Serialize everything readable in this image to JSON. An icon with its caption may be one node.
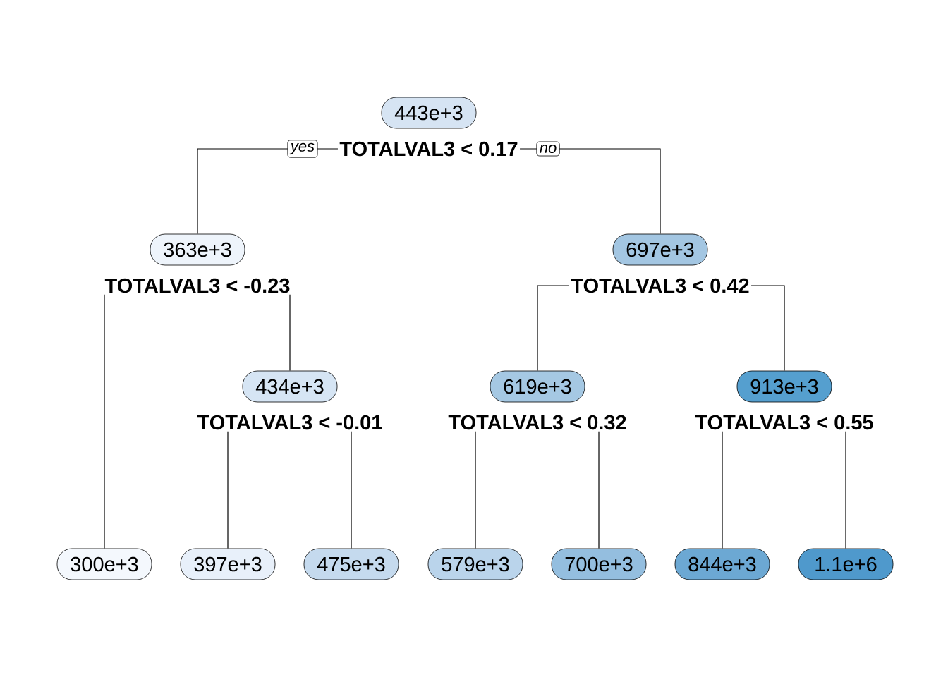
{
  "diagram": {
    "nodes": [
      {
        "text": [
          "443e+3"
        ],
        "beside": [
          "TOTALVAL3 < 0.17"
        ]
      },
      {
        "text": [
          "363e+3"
        ],
        "beside": [
          "TOTALVAL3 < -0.23"
        ]
      },
      {
        "text": [
          "300e+3"
        ]
      },
      {
        "text": [
          "434e+3"
        ],
        "beside": [
          "TOTALVAL3 < -0.01"
        ]
      },
      {
        "text": [
          "397e+3"
        ]
      },
      {
        "text": [
          "475e+3"
        ]
      },
      {
        "text": [
          "697e+3"
        ],
        "beside": [
          "TOTALVAL3 < 0.42"
        ]
      },
      {
        "text": [
          "619e+3"
        ],
        "beside": [
          "TOTALVAL3 < 0.32"
        ]
      },
      {
        "text": [
          "579e+3"
        ]
      },
      {
        "text": [
          "700e+3"
        ]
      },
      {
        "text": [
          "913e+3"
        ],
        "beside": [
          "TOTALVAL3 < 0.55"
        ]
      },
      {
        "text": [
          "844e+3"
        ]
      },
      {
        "text": [
          "1.1e+6"
        ]
      }
    ],
    "edges": [
      {
        "from": 0,
        "to": 1,
        "arrow": "none",
        "label": "yes"
      },
      {
        "from": 0,
        "to": 6,
        "arrow": "none",
        "label": "no"
      },
      {
        "from": 1,
        "to": 2,
        "arrow": "none"
      },
      {
        "from": 1,
        "to": 3,
        "arrow": "none"
      },
      {
        "from": 3,
        "to": 4,
        "arrow": "none"
      },
      {
        "from": 3,
        "to": 5,
        "arrow": "none"
      },
      {
        "from": 6,
        "to": 7,
        "arrow": "none"
      },
      {
        "from": 6,
        "to": 10,
        "arrow": "none"
      },
      {
        "from": 7,
        "to": 8,
        "arrow": "none"
      },
      {
        "from": 7,
        "to": 9,
        "arrow": "none"
      },
      {
        "from": 10,
        "to": 11,
        "arrow": "none"
      },
      {
        "from": 10,
        "to": 12,
        "arrow": "none"
      }
    ]
  }
}
